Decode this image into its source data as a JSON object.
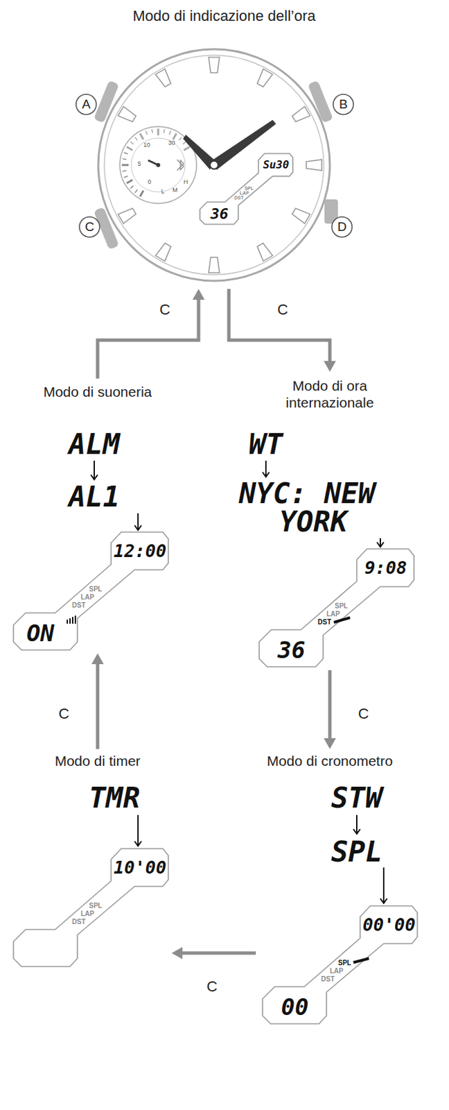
{
  "diagram": {
    "nodes": [
      {
        "text": [
          "Modo di indicazione dell’ora",
          "Su30",
          "SPL",
          "LAP",
          "DST",
          "36"
        ]
      },
      {
        "text": [
          "Modo di suoneria",
          "ALM",
          "AL1",
          "12:00",
          "SPL",
          "LAP",
          "DST",
          "ON"
        ]
      },
      {
        "text": [
          "Modo di ora internazionale",
          "WT",
          "NYC: NEW YORK",
          "9:08",
          "SPL",
          "LAP",
          "DST",
          "36"
        ]
      },
      {
        "text": [
          "Modo di cronometro",
          "STW",
          "SPL",
          "00'00",
          "SPL",
          "LAP",
          "DST",
          "00"
        ]
      },
      {
        "text": [
          "Modo di timer",
          "TMR",
          "10'00",
          "SPL",
          "LAP",
          "DST"
        ]
      }
    ],
    "edges": [
      {
        "from": 0,
        "to": 2,
        "label": "C",
        "arrow": "to"
      },
      {
        "from": 2,
        "to": 3,
        "label": "C",
        "arrow": "to"
      },
      {
        "from": 3,
        "to": 4,
        "label": "C",
        "arrow": "to"
      },
      {
        "from": 4,
        "to": 1,
        "label": "C",
        "arrow": "to"
      },
      {
        "from": 1,
        "to": 0,
        "label": "C",
        "arrow": "to"
      }
    ],
    "labels": [
      "A",
      "B",
      "C",
      "D",
      "10",
      "30",
      "5",
      "0",
      "L",
      "M",
      "H"
    ]
  }
}
